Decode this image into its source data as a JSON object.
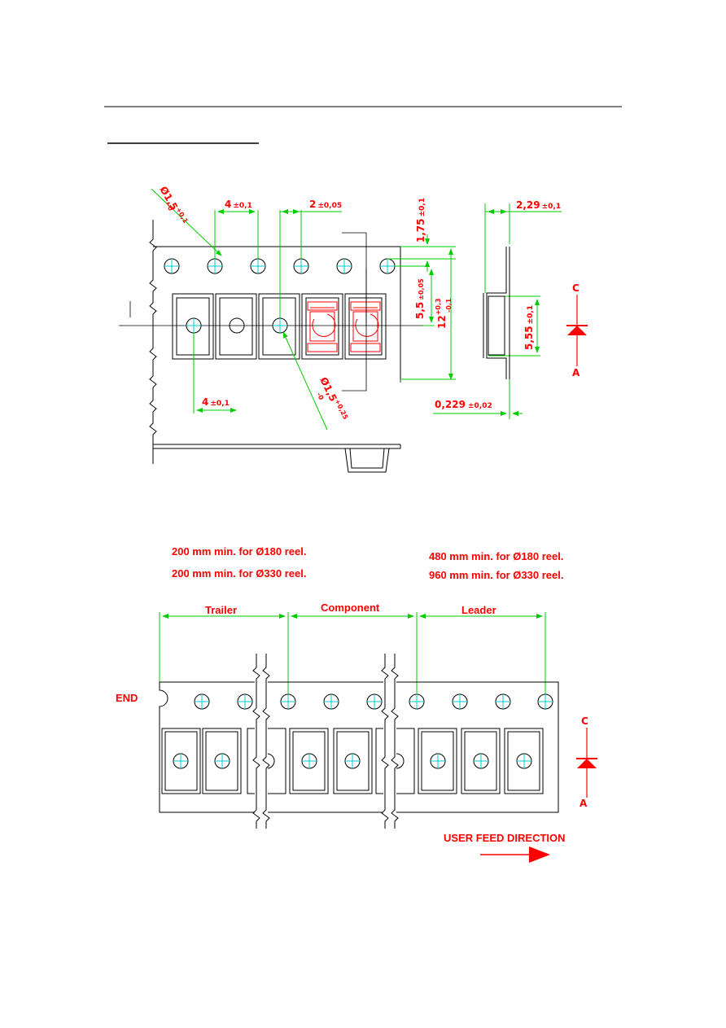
{
  "top_drawing": {
    "dim_hole_diameter": "Ø1,5",
    "dim_hole_diameter_tol_upper": "+0,1",
    "dim_hole_diameter_tol_lower": "-0",
    "dim_hole_pitch": "4",
    "dim_hole_pitch_tol": "±0,1",
    "dim_hole_to_pocket": "2",
    "dim_hole_to_pocket_tol": "±0,05",
    "dim_edge_to_hole": "1,75",
    "dim_edge_to_hole_tol": "±0,1",
    "dim_hole_to_center": "5,5",
    "dim_hole_to_center_tol": "±0,05",
    "dim_tape_width": "12",
    "dim_tape_width_tol_upper": "+0,3",
    "dim_tape_width_tol_lower": "-0,1",
    "dim_pocket_pitch": "4",
    "dim_pocket_pitch_tol": "±0,1",
    "dim_pocket_hole": "Ø1,5",
    "dim_pocket_hole_tol_upper": "+0,25",
    "dim_pocket_hole_tol_lower": "-0",
    "dim_pocket_depth": "2,29",
    "dim_pocket_depth_tol": "±0,1",
    "dim_pocket_length": "5,55",
    "dim_pocket_length_tol": "±0,1",
    "dim_tape_thickness": "0,229",
    "dim_tape_thickness_tol": "±0,02",
    "symbol_cathode": "C",
    "symbol_anode": "A"
  },
  "notes": {
    "trailer_180": "200 mm min. for  Ø180 reel.",
    "trailer_330": "200 mm min. for  Ø330 reel.",
    "leader_180": "480 mm min. for  Ø180 reel.",
    "leader_330": "960 mm min. for  Ø330 reel."
  },
  "bottom_drawing": {
    "trailer_label": "Trailer",
    "component_label": "Component",
    "leader_label": "Leader",
    "end_label": "END",
    "symbol_cathode": "C",
    "symbol_anode": "A",
    "feed_direction": "USER FEED DIRECTION"
  },
  "colors": {
    "dimension": "#00cc00",
    "text": "#ff0000",
    "centerline": "#00cccc",
    "outline": "#000000"
  }
}
